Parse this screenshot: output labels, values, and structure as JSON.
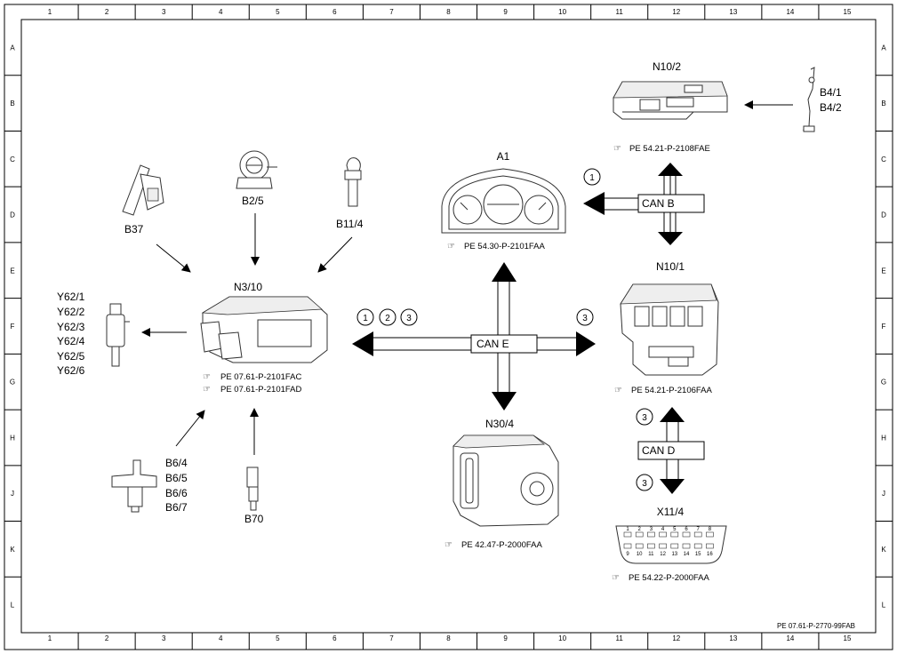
{
  "frame": {
    "columns": [
      "1",
      "2",
      "3",
      "4",
      "5",
      "6",
      "7",
      "8",
      "9",
      "10",
      "11",
      "12",
      "13",
      "14",
      "15"
    ],
    "rows": [
      "A",
      "B",
      "C",
      "D",
      "E",
      "F",
      "G",
      "H",
      "J",
      "K",
      "L"
    ]
  },
  "components": {
    "n10_2": {
      "label": "N10/2",
      "ref": "PE 54.21-P-2108FAE"
    },
    "b4": {
      "labels": [
        "B4/1",
        "B4/2"
      ]
    },
    "a1": {
      "label": "A1",
      "ref": "PE 54.30-P-2101FAA"
    },
    "n10_1": {
      "label": "N10/1",
      "ref": "PE 54.21-P-2106FAA"
    },
    "b37": {
      "label": "B37"
    },
    "b2_5": {
      "label": "B2/5"
    },
    "b11_4": {
      "label": "B11/4"
    },
    "n3_10": {
      "label": "N3/10",
      "refs": [
        "PE 07.61-P-2101FAC",
        "PE 07.61-P-2101FAD"
      ]
    },
    "y62": {
      "labels": [
        "Y62/1",
        "Y62/2",
        "Y62/3",
        "Y62/4",
        "Y62/5",
        "Y62/6"
      ]
    },
    "b6": {
      "labels": [
        "B6/4",
        "B6/5",
        "B6/6",
        "B6/7"
      ]
    },
    "b70": {
      "label": "B70"
    },
    "n30_4": {
      "label": "N30/4",
      "ref": "PE 42.47-P-2000FAA"
    },
    "x11_4": {
      "label": "X11/4",
      "ref": "PE 54.22-P-2000FAA",
      "pins_top": [
        "1",
        "2",
        "3",
        "4",
        "5",
        "6",
        "7",
        "8"
      ],
      "pins_bottom": [
        "9",
        "10",
        "11",
        "12",
        "13",
        "14",
        "15",
        "16"
      ]
    }
  },
  "buses": {
    "can_b": {
      "label": "CAN B",
      "marker": "1"
    },
    "can_e": {
      "label": "CAN E",
      "markers_left": [
        "1",
        "2",
        "3"
      ],
      "marker_right": "3"
    },
    "can_d": {
      "label": "CAN D",
      "markers": [
        "3",
        "3"
      ]
    }
  },
  "document_id": "PE 07.61-P-2770-99FAB"
}
